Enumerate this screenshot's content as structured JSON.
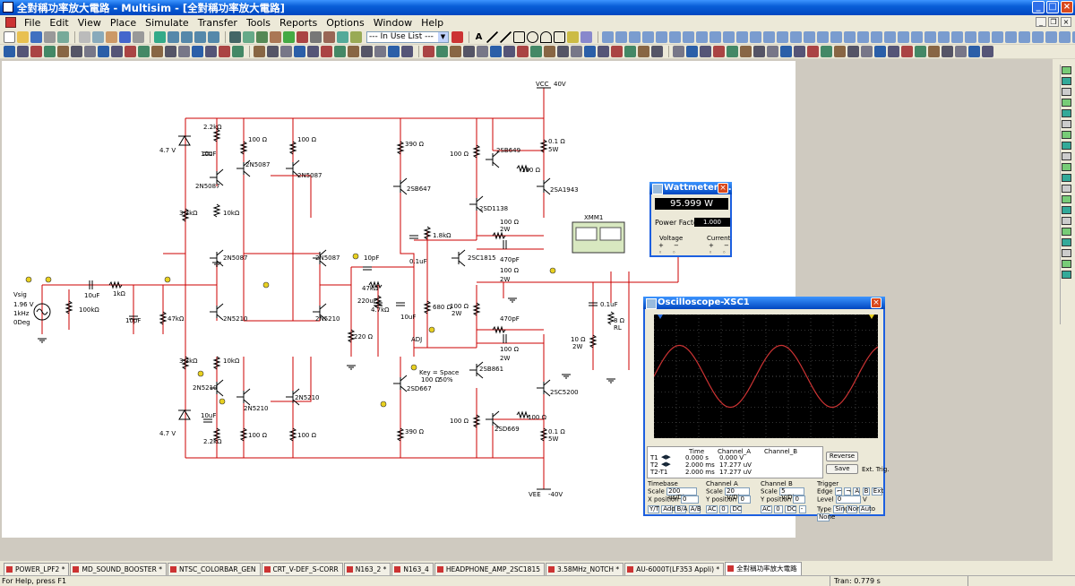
{
  "app": {
    "title": "全對稱功率放大電路 - Multisim - [全對稱功率放大電路]"
  },
  "menu": [
    "File",
    "Edit",
    "View",
    "Place",
    "Simulate",
    "Transfer",
    "Tools",
    "Reports",
    "Options",
    "Window",
    "Help"
  ],
  "toolbar": {
    "in_use_list": "--- In Use List ---",
    "text_tool": "A"
  },
  "circuit": {
    "supply_labels": [
      "VCC",
      "40V",
      "VEE",
      "-40V"
    ],
    "source": {
      "name": "Vsig",
      "voltage": "1.96 V",
      "freq": "1kHz",
      "phase": "0Deg"
    },
    "components": [
      "10uF",
      "1kΩ",
      "100kΩ",
      "10pF",
      "47kΩ",
      "4.7 V",
      "2.2kΩ",
      "10uF",
      "2N5087",
      "3.3kΩ",
      "10kΩ",
      "100 Ω",
      "2N5087",
      "100 Ω",
      "2N5087",
      "2N5087",
      "2N5087",
      "2N5210",
      "2N5210",
      "3.3kΩ",
      "10kΩ",
      "2N5210",
      "10uF",
      "4.7 V",
      "2.2kΩ",
      "2N5210",
      "100 Ω",
      "2N5210",
      "100 Ω",
      "10pF",
      "47kΩ",
      "220uF",
      "4.7kΩ",
      "220 Ω",
      "10uF",
      "390 Ω",
      "2SB647",
      "390 Ω",
      "2SD667",
      "1.8kΩ",
      "0.1uF",
      "2SC1815",
      "680 Ω",
      "ADJ",
      "Key = Space",
      "100 Ω",
      "50%",
      "100 Ω",
      "2SB649",
      "100 Ω",
      "2SD1138",
      "100 Ω",
      "2W",
      "470pF",
      "100 Ω",
      "2W",
      "100 Ω",
      "2W",
      "470pF",
      "100 Ω",
      "2W",
      "2SB861",
      "100 Ω",
      "2SD669",
      "100 Ω",
      "0.1 Ω",
      "5W",
      "2SA1943",
      "2SC5200",
      "0.1 Ω",
      "5W",
      "0.1uF",
      "10 Ω",
      "2W",
      "8 Ω",
      "RL"
    ],
    "xmm": "XMM1"
  },
  "wattmeter": {
    "title": "Wattmeter-X...",
    "reading": "95.999 W",
    "pf_label": "Power Factor:",
    "pf_value": "1.000",
    "voltage_label": "Voltage",
    "current_label": "Current"
  },
  "scope": {
    "title": "Oscilloscope-XSC1",
    "headers": {
      "time": "Time",
      "a": "Channel_A",
      "b": "Channel_B"
    },
    "rows": [
      {
        "label": "T1",
        "time": "0.000 s",
        "a": "0.000 V",
        "b": ""
      },
      {
        "label": "T2",
        "time": "2.000 ms",
        "a": "17.277 uV",
        "b": ""
      },
      {
        "label": "T2-T1",
        "time": "2.000 ms",
        "a": "17.277 uV",
        "b": ""
      }
    ],
    "reverse": "Reverse",
    "save": "Save",
    "ext_trig": "Ext. Trig.",
    "timebase": {
      "title": "Timebase",
      "scale_label": "Scale",
      "scale": "200 us/Div",
      "xpos_label": "X position",
      "xpos": "0",
      "btns": [
        "Y/T",
        "Add",
        "B/A",
        "A/B"
      ]
    },
    "chan_a": {
      "title": "Channel A",
      "scale_label": "Scale",
      "scale": "20  V/Div",
      "ypos_label": "Y position",
      "ypos": "0",
      "btns": [
        "AC",
        "0",
        "DC"
      ]
    },
    "chan_b": {
      "title": "Channel B",
      "scale_label": "Scale",
      "scale": "5  V/Div",
      "ypos_label": "Y position",
      "ypos": "0",
      "btns": [
        "AC",
        "0",
        "DC",
        "-"
      ]
    },
    "trigger": {
      "title": "Trigger",
      "edge_label": "Edge",
      "btns": [
        "A",
        "B",
        "Ext"
      ],
      "level_label": "Level",
      "level": "0",
      "unit": "V",
      "type_label": "Type",
      "type_btns": [
        "Sing.",
        "Nor.",
        "Auto",
        "None"
      ]
    },
    "waveform": {
      "frequency_hz": 1000,
      "cycles_shown": 2.2,
      "amplitude_div": 2.0,
      "divisions": 10
    }
  },
  "tabs": [
    "POWER_LPF2 *",
    "MD_SOUND_BOOSTER *",
    "NTSC_COLORBAR_GEN",
    "CRT_V-DEF_S-CORR",
    "N163_2 *",
    "N163_4",
    "HEADPHONE_AMP_2SC1815",
    "3.58MHz_NOTCH *",
    "AU-6000T(LF353 Appli) *",
    "全對稱功率放大電路"
  ],
  "status": {
    "left": "For Help, press F1",
    "tran": "Tran: 0.779 s"
  },
  "colors": {
    "wire": "#cc0000",
    "accent": "#0a5fd8",
    "trace": "#cc3333"
  }
}
